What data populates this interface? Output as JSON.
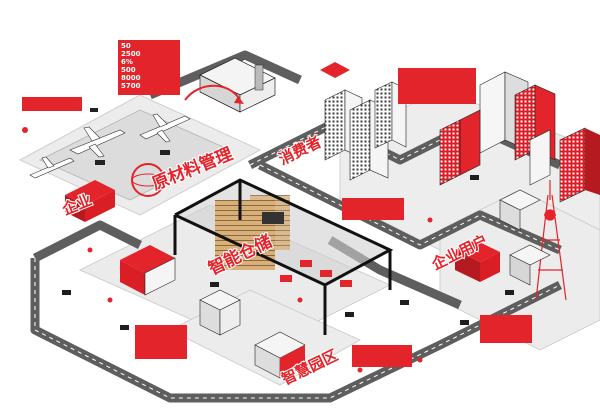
{
  "theme": {
    "accent": "#e3242b",
    "road": "#5e5e5e",
    "ground": "#e9e9e9",
    "building": "#f4f4f4",
    "outline": "#222222"
  },
  "zones": {
    "raw_material": "原材料管理",
    "company": "企业",
    "consumer": "消费者",
    "smart_warehouse": "智能仓储",
    "enterprise_app": "企业用户",
    "smart_park": "智慧园区"
  },
  "callouts": {
    "top_left_stats": {
      "values": [
        "50",
        "2500",
        "6%",
        "500",
        "8000",
        "5700"
      ]
    }
  },
  "icons": [
    "airplane-icon",
    "truck-icon",
    "tower-icon",
    "tree-icon",
    "arrow-icon"
  ]
}
